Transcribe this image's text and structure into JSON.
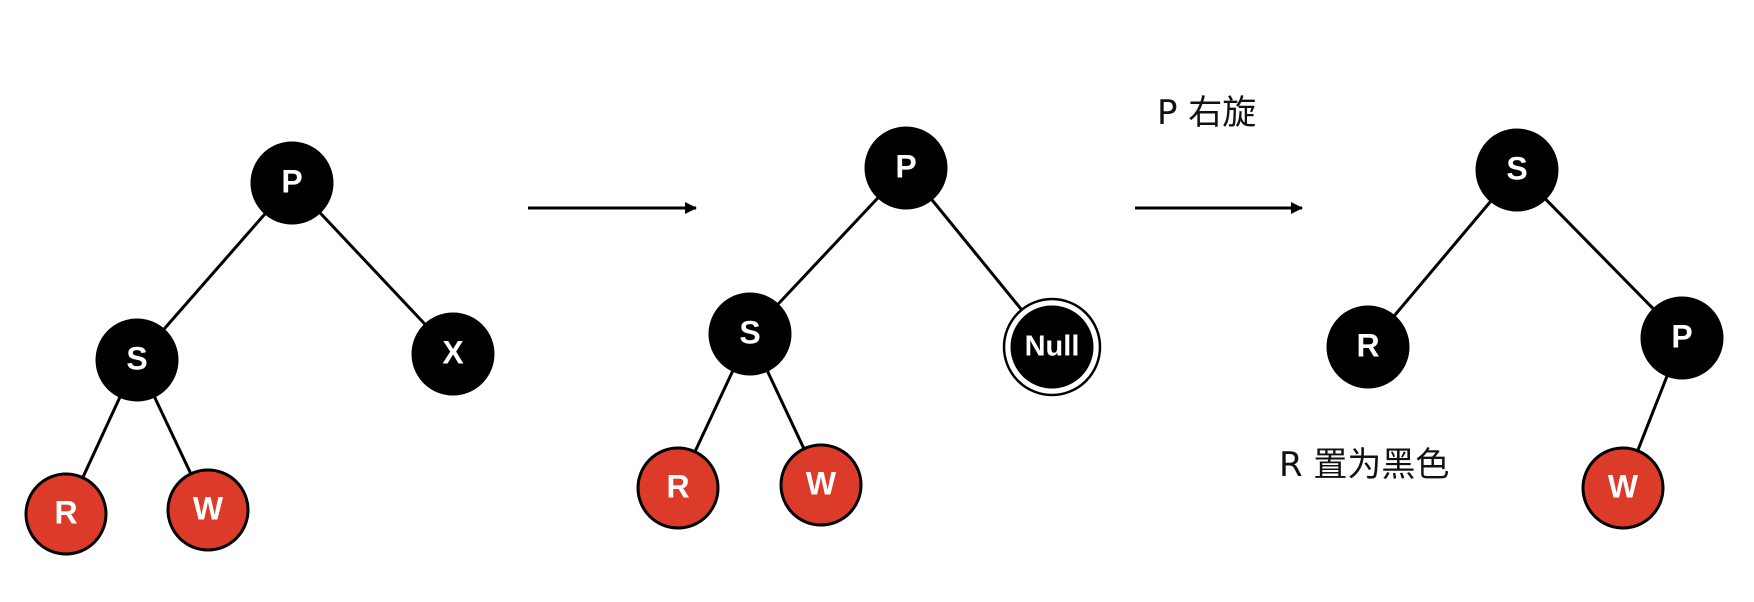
{
  "colors": {
    "black": "#000000",
    "red": "#dd3b2a",
    "edge": "#000000",
    "text": "#ffffff"
  },
  "trees": [
    {
      "id": "before",
      "nodes": [
        {
          "id": "P",
          "label": "P",
          "color": "black"
        },
        {
          "id": "S",
          "label": "S",
          "color": "black"
        },
        {
          "id": "X",
          "label": "X",
          "color": "black"
        },
        {
          "id": "R",
          "label": "R",
          "color": "red"
        },
        {
          "id": "W",
          "label": "W",
          "color": "red"
        }
      ],
      "edges": [
        [
          "P",
          "S"
        ],
        [
          "P",
          "X"
        ],
        [
          "S",
          "R"
        ],
        [
          "S",
          "W"
        ]
      ]
    },
    {
      "id": "after-delete",
      "nodes": [
        {
          "id": "P",
          "label": "P",
          "color": "black"
        },
        {
          "id": "S",
          "label": "S",
          "color": "black"
        },
        {
          "id": "Null",
          "label": "Null",
          "color": "black",
          "double_border": true
        },
        {
          "id": "R",
          "label": "R",
          "color": "red"
        },
        {
          "id": "W",
          "label": "W",
          "color": "red"
        }
      ],
      "edges": [
        [
          "P",
          "S"
        ],
        [
          "P",
          "Null"
        ],
        [
          "S",
          "R"
        ],
        [
          "S",
          "W"
        ]
      ]
    },
    {
      "id": "after-rotate",
      "nodes": [
        {
          "id": "S",
          "label": "S",
          "color": "black"
        },
        {
          "id": "R",
          "label": "R",
          "color": "black"
        },
        {
          "id": "P",
          "label": "P",
          "color": "black"
        },
        {
          "id": "W",
          "label": "W",
          "color": "red"
        }
      ],
      "edges": [
        [
          "S",
          "R"
        ],
        [
          "S",
          "P"
        ],
        [
          "P",
          "W"
        ]
      ]
    }
  ],
  "captions": {
    "rotate": "P 右旋",
    "recolor": "R 置为黑色"
  }
}
